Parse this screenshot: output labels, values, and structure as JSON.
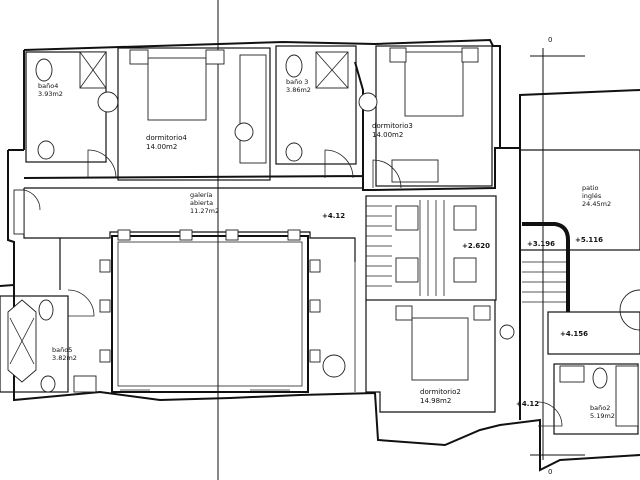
{
  "drawing": {
    "rooms": [
      {
        "id": "bano4",
        "name": "baño4",
        "area": "3.93m2"
      },
      {
        "id": "dormitorio4",
        "name": "dormitorio4",
        "area": "14.00m2"
      },
      {
        "id": "bano3",
        "name": "baño 3",
        "area": "3.86m2"
      },
      {
        "id": "dormitorio3",
        "name": "dormitorio3",
        "area": "14.00m2"
      },
      {
        "id": "galeria",
        "name": "galería",
        "name2": "abierta",
        "area": "11.27m2"
      },
      {
        "id": "patio",
        "name": "patio",
        "name2": "inglés",
        "area": "24.45m2"
      },
      {
        "id": "bano5",
        "name": "baño5",
        "area": "3.82m2"
      },
      {
        "id": "dormitorio2",
        "name": "dormitorio2",
        "area": "14.98m2"
      },
      {
        "id": "bano2",
        "name": "baño2",
        "area": "5.19m2"
      }
    ],
    "levels": {
      "l1": "+4.12",
      "l2": "+2.620",
      "l3": "+3.196",
      "l4": "+5.116",
      "l5": "+4.156",
      "l6": "+4.12"
    },
    "axis_marks": {
      "top": "0",
      "bottom": "0"
    }
  }
}
